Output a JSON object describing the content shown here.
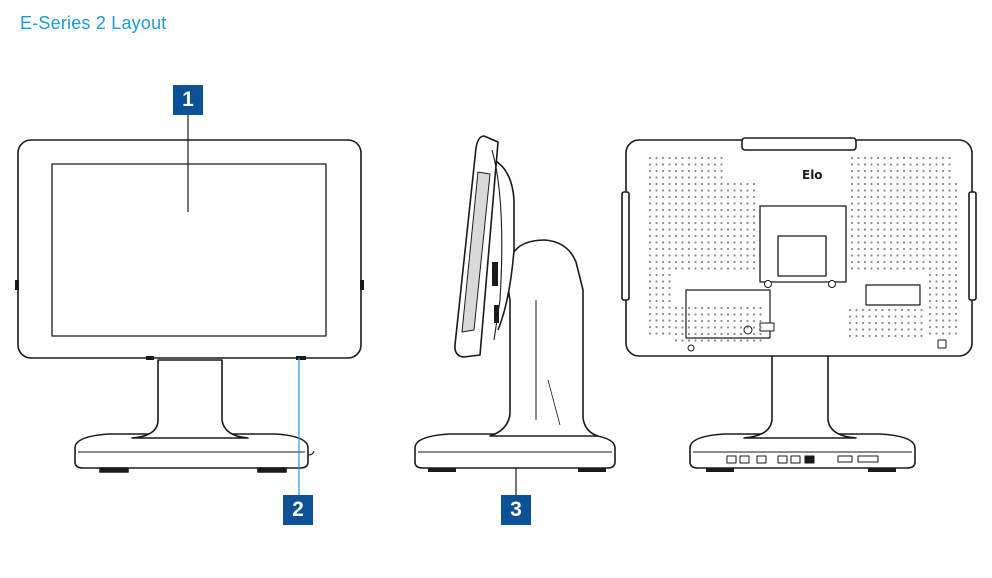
{
  "page": {
    "title": "E-Series 2 Layout"
  },
  "callouts": [
    {
      "id": "1",
      "label": "1"
    },
    {
      "id": "2",
      "label": "2"
    },
    {
      "id": "3",
      "label": "3"
    }
  ],
  "colors": {
    "title": "#1e9ad6",
    "callout": "#0c5096",
    "outline": "#1a1a1a"
  },
  "rear_logo": "Elo"
}
